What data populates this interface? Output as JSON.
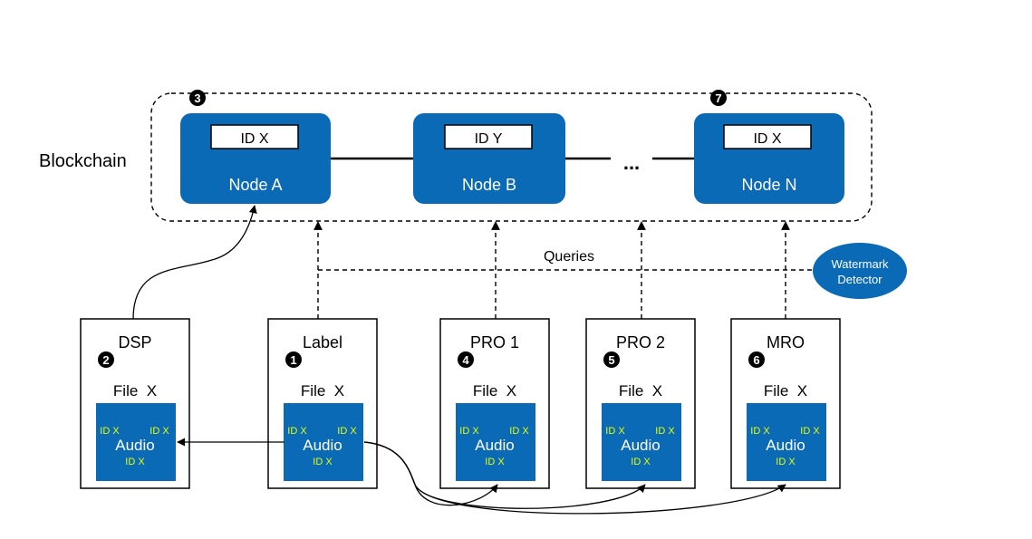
{
  "blockchain": {
    "label": "Blockchain",
    "step_badge_left": "3",
    "step_badge_right": "7",
    "ellipsis": "...",
    "nodes": [
      {
        "name": "Node A",
        "id": "ID X"
      },
      {
        "name": "Node B",
        "id": "ID Y"
      },
      {
        "name": "Node N",
        "id": "ID X"
      }
    ]
  },
  "queries_label": "Queries",
  "detector": {
    "line1": "Watermark",
    "line2": "Detector"
  },
  "parties": [
    {
      "name": "DSP",
      "step": "2",
      "file": "File  X"
    },
    {
      "name": "Label",
      "step": "1",
      "file": "File  X"
    },
    {
      "name": "PRO 1",
      "step": "4",
      "file": "File  X"
    },
    {
      "name": "PRO 2",
      "step": "5",
      "file": "File  X"
    },
    {
      "name": "MRO",
      "step": "6",
      "file": "File  X"
    }
  ],
  "audio": {
    "label": "Audio",
    "tag_left": "ID X",
    "tag_right": "ID X",
    "tag_bottom": "ID X"
  },
  "colors": {
    "node_fill": "#0a6ab6",
    "audio_fill": "#0a6ab6",
    "watermark_text": "#e6ff00",
    "line": "#000000",
    "background": "#ffffff"
  }
}
